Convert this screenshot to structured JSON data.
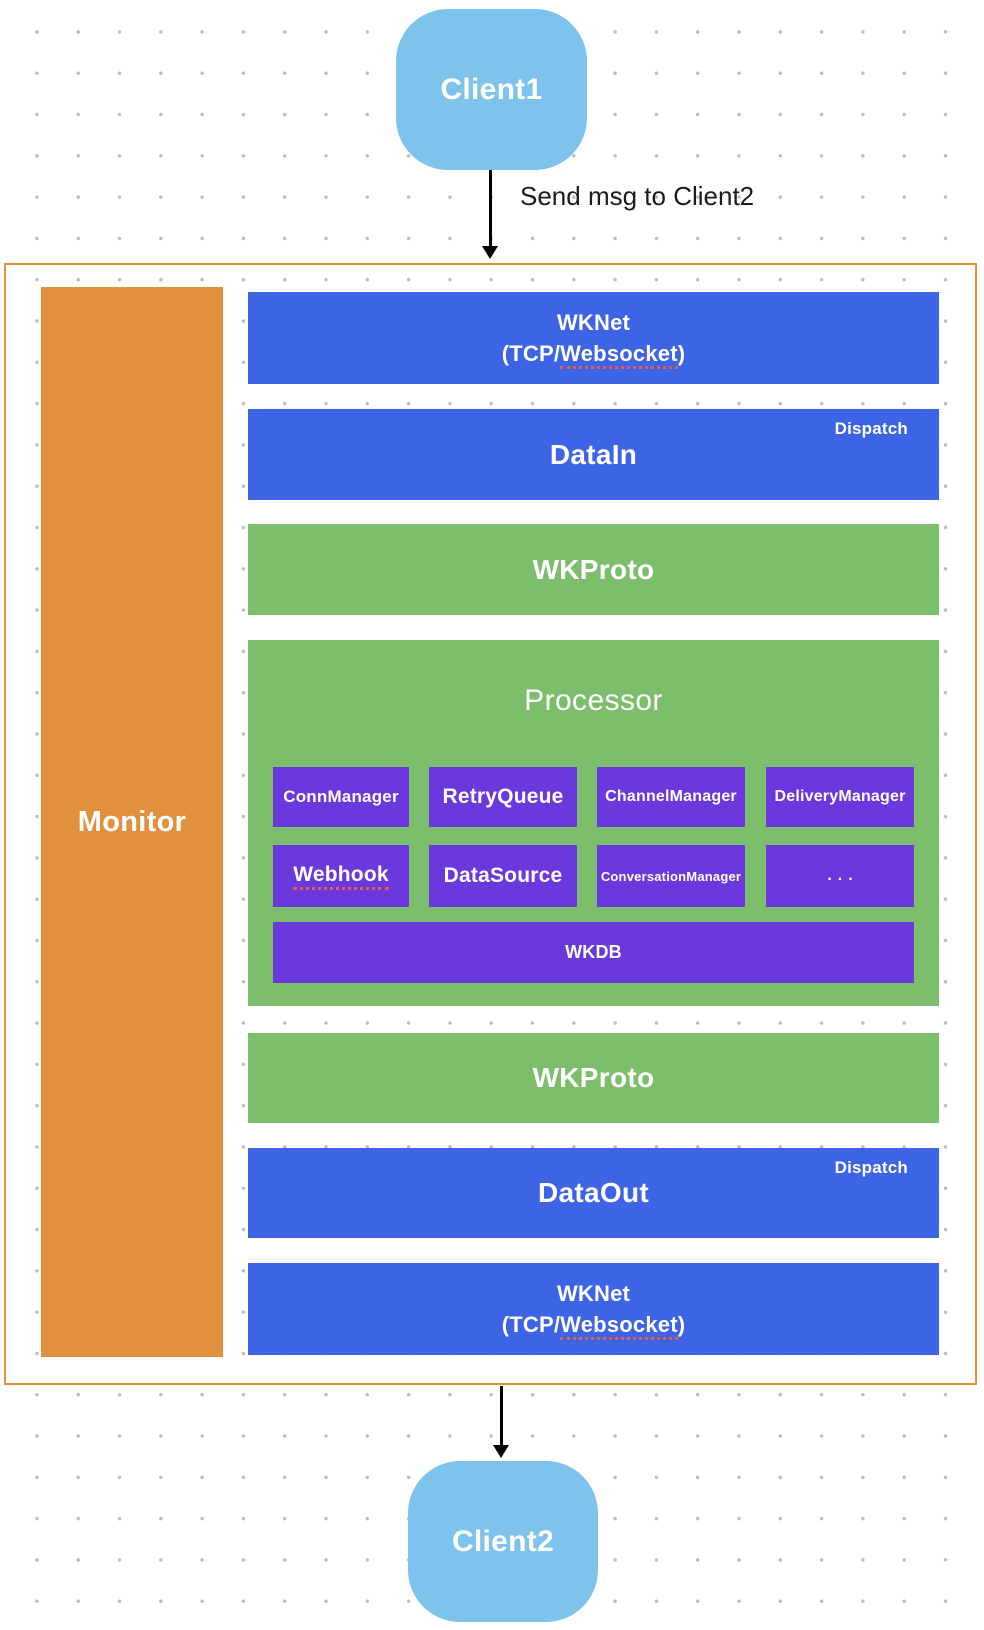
{
  "clients": {
    "client1": "Client1",
    "client2": "Client2"
  },
  "message_arrow": {
    "label": "Send msg to Client2"
  },
  "server": {
    "monitor_label": "Monitor",
    "layers": {
      "wknet_top": {
        "line1": "WKNet",
        "line2_open": "(TCP/",
        "line2_underlined": "Websocket",
        "line2_close": ")"
      },
      "datain": {
        "label": "DataIn",
        "corner": "Dispatch"
      },
      "wkproto_top": {
        "label": "WKProto"
      },
      "processor": {
        "title": "Processor",
        "row1": [
          "ConnManager",
          "RetryQueue",
          "ChannelManager",
          "DeliveryManager"
        ],
        "row2": [
          "Webhook",
          "DataSource",
          "ConversationManager",
          "..."
        ],
        "db": "WKDB"
      },
      "wkproto_bottom": {
        "label": "WKProto"
      },
      "dataout": {
        "label": "DataOut",
        "corner": "Dispatch"
      },
      "wknet_bottom": {
        "line1": "WKNet",
        "line2_open": "(TCP/",
        "line2_underlined": "Websocket",
        "line2_close": ")"
      }
    }
  },
  "colors": {
    "layer_blue": "#3C64E4",
    "layer_green": "#7CBE6C",
    "module_purple": "#6B38DD",
    "monitor_orange": "#E1913E",
    "container_border_orange": "#E5913A",
    "client_blue": "#7EC3EC",
    "spellcheck_underline_red": "#E85A4E",
    "grid_dot_gray": "#BCBCBC"
  }
}
